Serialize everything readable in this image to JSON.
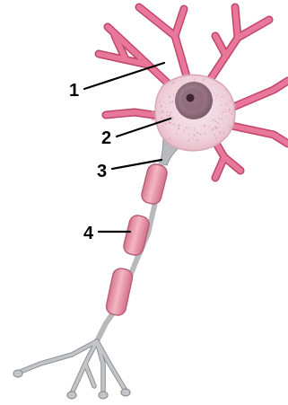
{
  "callouts": [
    {
      "number": "1"
    },
    {
      "number": "2"
    },
    {
      "number": "3"
    },
    {
      "number": "4"
    }
  ],
  "colors": {
    "dendrite_fill": "#e8789a",
    "dendrite_outline": "#c2446c",
    "cell_body": "#f1d6de",
    "cell_body_speckle": "#d8a9b7",
    "nucleus": "#a47f8f",
    "nucleolus": "#3b2430",
    "axon": "#b8b9bd",
    "axon_outline": "#8f9095",
    "myelin": "#e99aae",
    "myelin_outline": "#b65c76",
    "terminal": "#c4c5c9"
  }
}
